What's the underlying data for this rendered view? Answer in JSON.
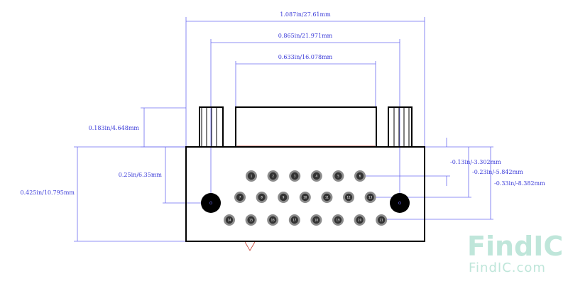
{
  "dimensions": {
    "overall_width": "1.087in/27.61mm",
    "flange_hole_spacing": "0.865in/21.971mm",
    "shell_width": "0.633in/16.078mm",
    "standoff_height": "0.183in/4.648mm",
    "hole_offset": "0.25in/6.35mm",
    "body_height": "0.425in/10.795mm",
    "row1_offset": "-0.13in/-3.302mm",
    "row2_offset": "-0.23in/-5.842mm",
    "row3_offset": "-0.33in/-8.382mm"
  },
  "pins": {
    "row1": [
      "1",
      "2",
      "3",
      "4",
      "5",
      "6"
    ],
    "row2": [
      "7",
      "8",
      "9",
      "10",
      "11",
      "12",
      "13"
    ],
    "row3": [
      "14",
      "15",
      "16",
      "17",
      "18",
      "19",
      "20",
      "21"
    ]
  },
  "watermark": {
    "logo_text": "FindIC",
    "url_text": "FindIC.com"
  },
  "colors": {
    "dimension": "#3a3ad8",
    "outline": "#000000",
    "pin_ring": "#8c8c8c",
    "pin_center": "#333333",
    "mount_hole": "#000000",
    "watermark": "#bfe6da"
  }
}
